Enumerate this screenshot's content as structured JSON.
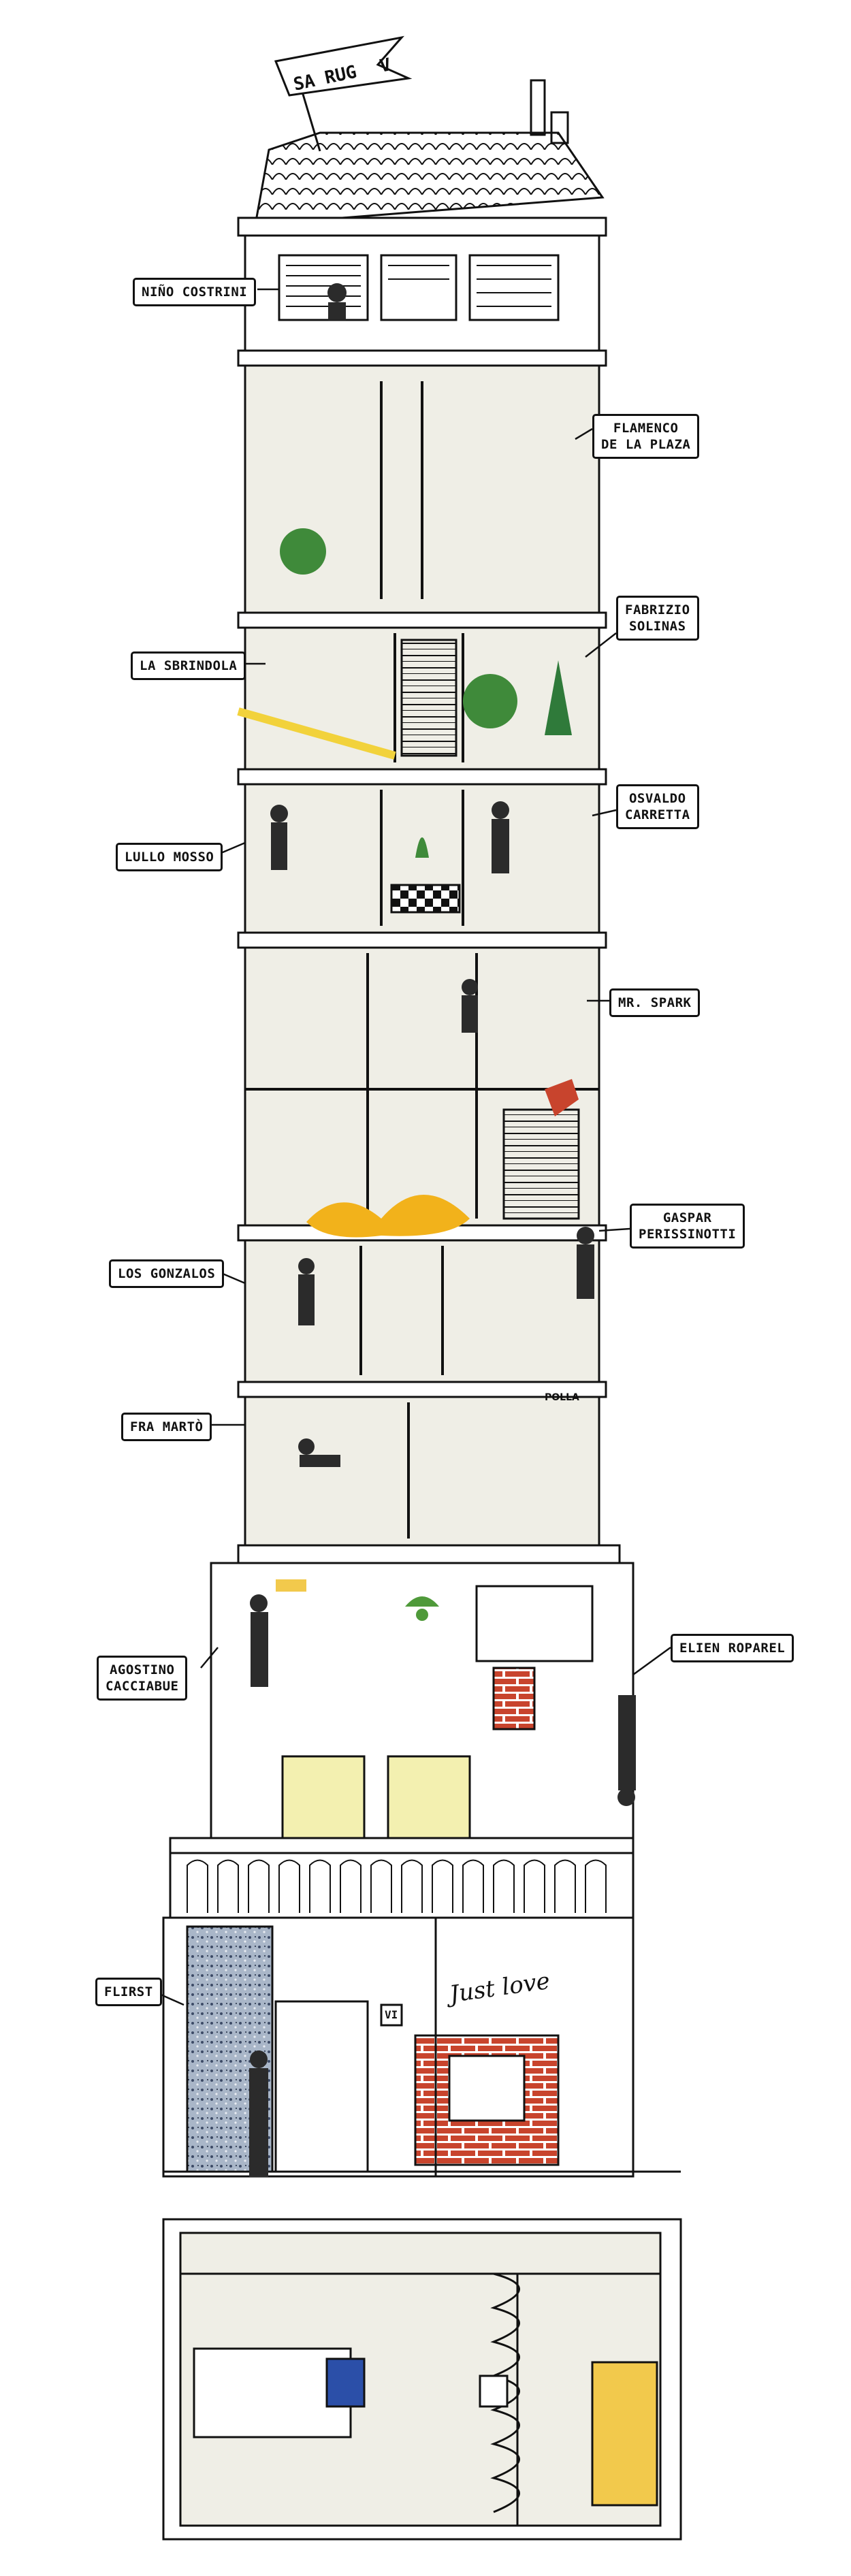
{
  "flag": {
    "line1": "SA RUG",
    "line2": "V"
  },
  "labels": {
    "nino_costrini": "NIÑO COSTRINI",
    "flamenco_line1": "FLAMENCO",
    "flamenco_line2": "DE LA PLAZA",
    "la_sbrindola": "LA SBRINDOLA",
    "fabrizio_line1": "FABRIZIO",
    "fabrizio_line2": "SOLINAS",
    "lullo_mosso": "LULLO MOSSO",
    "osvaldo_line1": "OSVALDO",
    "osvaldo_line2": "CARRETTA",
    "mr_spark": "MR. SPARK",
    "gaspar_line1": "GASPAR",
    "gaspar_line2": "PERISSINOTTI",
    "los_gonzalos": "LOS GONZALOS",
    "fra_marto": "FRA MARTÒ",
    "agostino_line1": "AGOSTINO",
    "agostino_line2": "CACCIABUE",
    "elien_roparel": "ELIEN ROPAREL",
    "flirst": "FLIRST"
  },
  "wall_text": {
    "just_love": "Just love",
    "poster_a": "POLLA",
    "door_sign": "VI"
  },
  "colors": {
    "ink": "#111111",
    "wall": "#efeee6",
    "fire": "#f2b21b",
    "brick": "#c8442d",
    "plant": "#3f8a3a",
    "lamp": "#4f9a3a",
    "glass": "#f3f0b0"
  }
}
